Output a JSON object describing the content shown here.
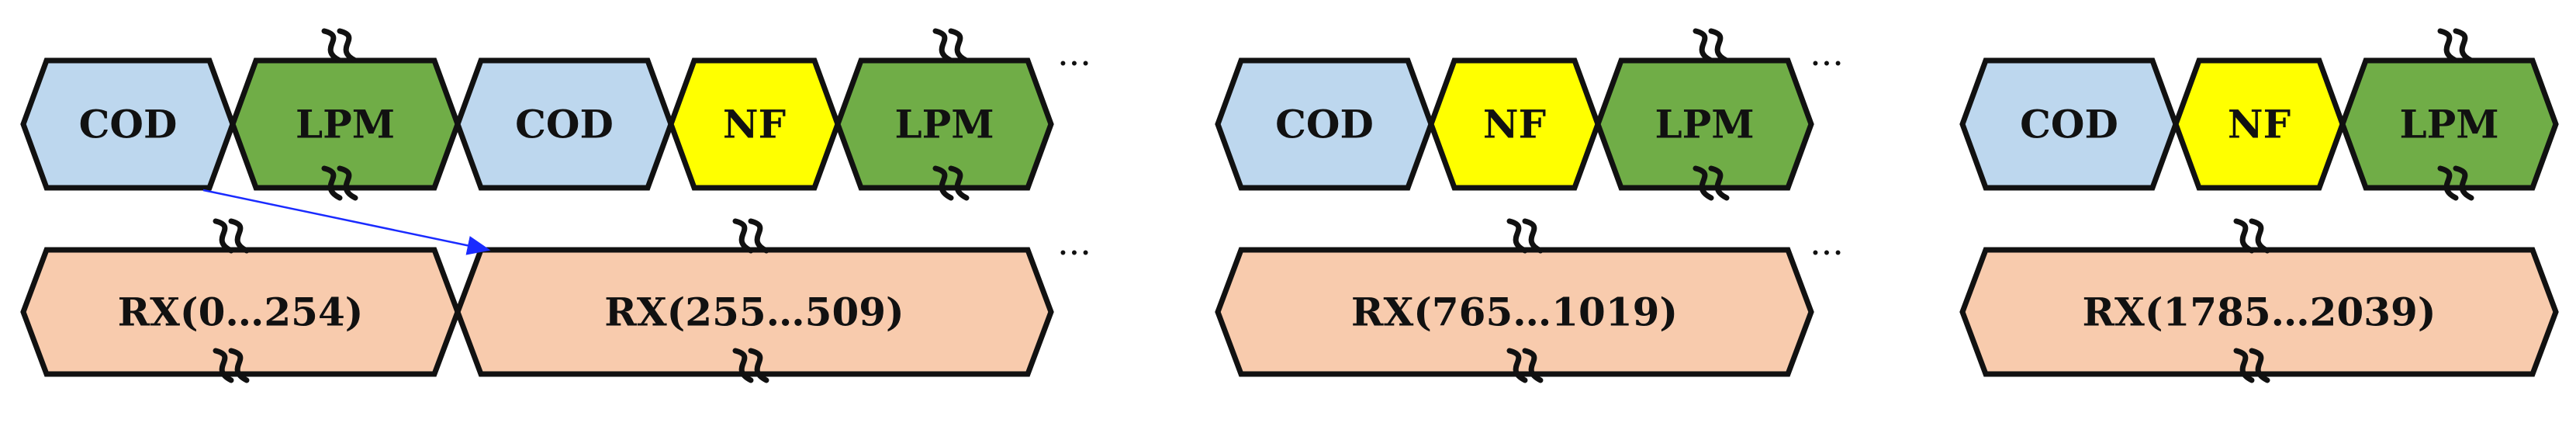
{
  "colors": {
    "cod": "#bdd7ee",
    "lpm": "#70ad47",
    "nf": "#ffff00",
    "rx": "#f8cbad",
    "outline": "#111111",
    "arrow": "#1a2bff"
  },
  "groups": [
    {
      "blocks": [
        {
          "type": "cod",
          "label": "COD"
        },
        {
          "type": "lpm",
          "label": "LPM"
        },
        {
          "type": "cod",
          "label": "COD"
        },
        {
          "type": "nf",
          "label": "NF"
        },
        {
          "type": "lpm",
          "label": "LPM"
        }
      ],
      "blocks_ellipsis": "...",
      "rx": [
        {
          "label": "RX(0…254)"
        },
        {
          "label": "RX(255…509)"
        }
      ],
      "rx_ellipsis": "..."
    },
    {
      "blocks": [
        {
          "type": "cod",
          "label": "COD"
        },
        {
          "type": "nf",
          "label": "NF"
        },
        {
          "type": "lpm",
          "label": "LPM"
        }
      ],
      "blocks_ellipsis": "...",
      "rx": [
        {
          "label": "RX(765…1019)"
        }
      ],
      "rx_ellipsis": "..."
    },
    {
      "blocks": [
        {
          "type": "cod",
          "label": "COD"
        },
        {
          "type": "nf",
          "label": "NF"
        },
        {
          "type": "lpm",
          "label": "LPM"
        }
      ],
      "blocks_ellipsis": "",
      "rx": [
        {
          "label": "RX(1785…2039)"
        }
      ],
      "rx_ellipsis": ""
    }
  ]
}
